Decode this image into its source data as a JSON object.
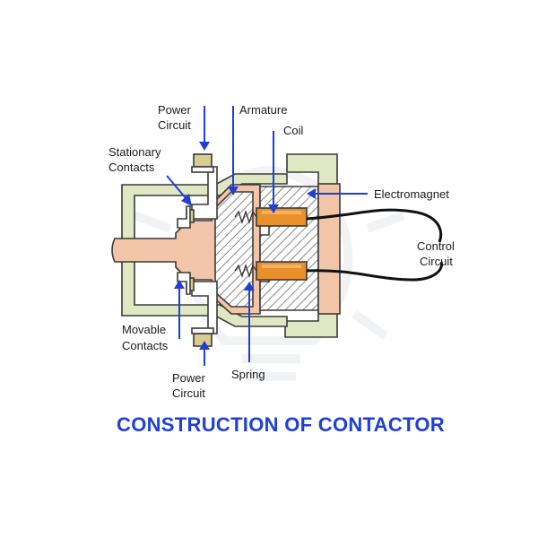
{
  "title": "CONSTRUCTION OF CONTACTOR",
  "labels": {
    "power_circuit_top": [
      "Power",
      "Circuit"
    ],
    "armature": "Armature",
    "coil": "Coil",
    "stationary_contacts": [
      "Stationary",
      "Contacts"
    ],
    "electromagnet": "Electromagnet",
    "control_circuit": [
      "Control",
      "Circuit"
    ],
    "movable_contacts": [
      "Movable",
      "Contacts"
    ],
    "power_circuit_bottom": [
      "Power",
      "Circuit"
    ],
    "spring": "Spring"
  },
  "colors": {
    "title": "#1f3fd6",
    "arrow": "#1f3fd6",
    "housing_green": "#dfe8c2",
    "armature_peach": "#f2c5a8",
    "coil_orange": "#e8902a",
    "contact_beige": "#d9cc8f"
  }
}
